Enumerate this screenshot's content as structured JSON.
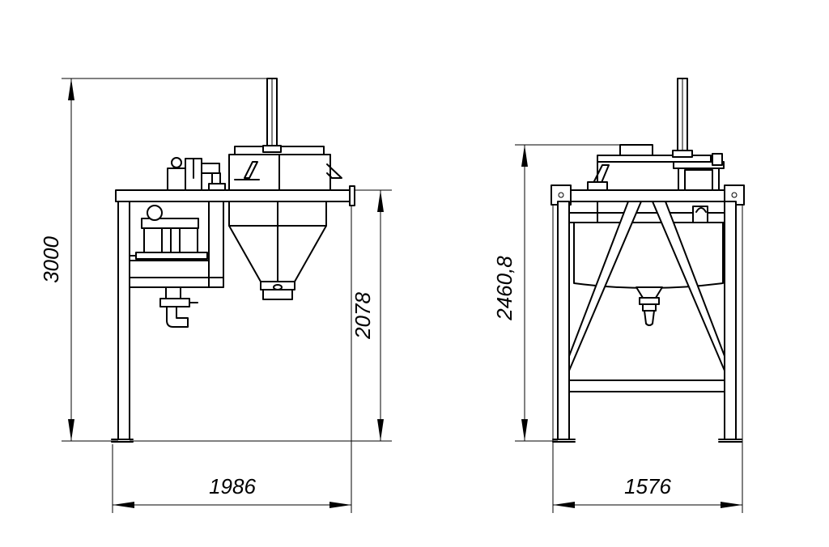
{
  "dimensions": {
    "front_height": "3000",
    "front_table_height": "2078",
    "front_width": "1986",
    "side_height": "2460,8",
    "side_width": "1576"
  }
}
